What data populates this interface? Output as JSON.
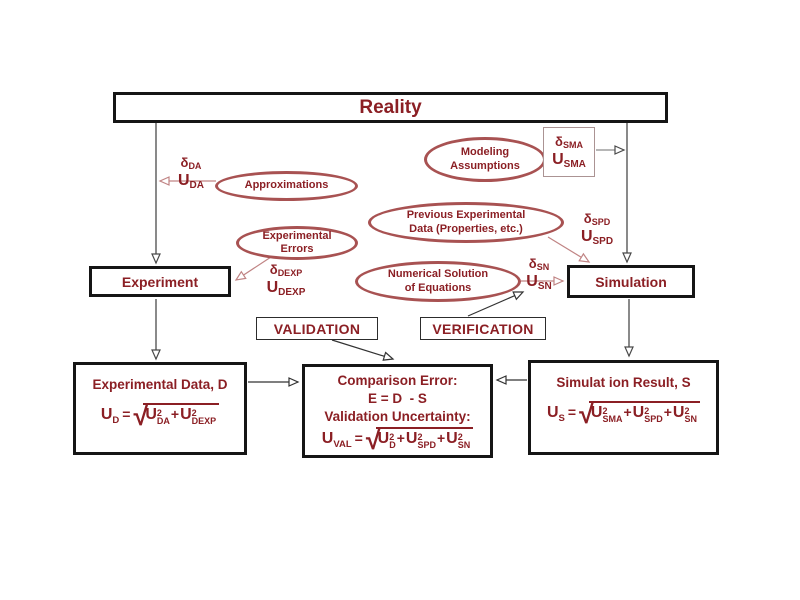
{
  "colors": {
    "text_maroon": "#8B1F24",
    "ellipse_border": "#A85252",
    "arrow_red": "#C08484",
    "arrow_gray": "#4a4a4a",
    "arrow_dark": "#333333",
    "box_border": "#151515"
  },
  "reality": {
    "label": "Reality"
  },
  "ellipses": {
    "modeling_assumptions": {
      "line1": "Modeling",
      "line2": "Assumptions"
    },
    "approximations": {
      "line1": "Approximations"
    },
    "previous_experimental_data": {
      "line1": "Previous Experimental",
      "line2": "Data (Properties, etc.)"
    },
    "experimental_errors": {
      "line1": "Experimental",
      "line2": "Errors"
    },
    "numerical_solution": {
      "line1": "Numerical Solution",
      "line2": "of Equations"
    }
  },
  "labels": {
    "sma": {
      "delta": "δ",
      "delta_sub": "SMA",
      "u": "U",
      "u_sub": "SMA"
    },
    "da": {
      "delta": "δ",
      "delta_sub": "DA",
      "u": "U",
      "u_sub": "DA"
    },
    "spd": {
      "delta": "δ",
      "delta_sub": "SPD",
      "u": "U",
      "u_sub": "SPD"
    },
    "dexp": {
      "delta": "δ",
      "delta_sub": "DEXP",
      "u": "U",
      "u_sub": "DEXP"
    },
    "sn": {
      "delta": "δ",
      "delta_sub": "SN",
      "u": "U",
      "u_sub": "SN"
    }
  },
  "boxes": {
    "experiment": {
      "label": "Experiment"
    },
    "simulation": {
      "label": "Simulation"
    },
    "validation": {
      "label": "VALIDATION"
    },
    "verification": {
      "label": "VERIFICATION"
    }
  },
  "experimental_data_box": {
    "title": "Experimental Data, D",
    "formula": {
      "lhs_base": "U",
      "lhs_sub": "D",
      "equals": "=",
      "sqrt": "√",
      "plus": "+",
      "terms": [
        {
          "base": "U",
          "sup": "2",
          "sub": "DA"
        },
        {
          "base": "U",
          "sup": "2",
          "sub": "DEXP"
        }
      ]
    }
  },
  "comparison_box": {
    "title": "Comparison Error:",
    "equation": "E = D  - S",
    "subtitle": "Validation Uncertainty:",
    "formula": {
      "lhs_base": "U",
      "lhs_sub": "VAL",
      "equals": "=",
      "sqrt": "√",
      "plus": "+",
      "terms": [
        {
          "base": "U",
          "sup": "2",
          "sub": "D"
        },
        {
          "base": "U",
          "sup": "2",
          "sub": "SPD"
        },
        {
          "base": "U",
          "sup": "2",
          "sub": "SN"
        }
      ]
    }
  },
  "simulation_result_box": {
    "title": "Simulat ion Result, S",
    "formula": {
      "lhs_base": "U",
      "lhs_sub": "S",
      "equals": "=",
      "sqrt": "√",
      "plus": "+",
      "terms": [
        {
          "base": "U",
          "sup": "2",
          "sub": "SMA"
        },
        {
          "base": "U",
          "sup": "2",
          "sub": "SPD"
        },
        {
          "base": "U",
          "sup": "2",
          "sub": "SN"
        }
      ]
    }
  }
}
